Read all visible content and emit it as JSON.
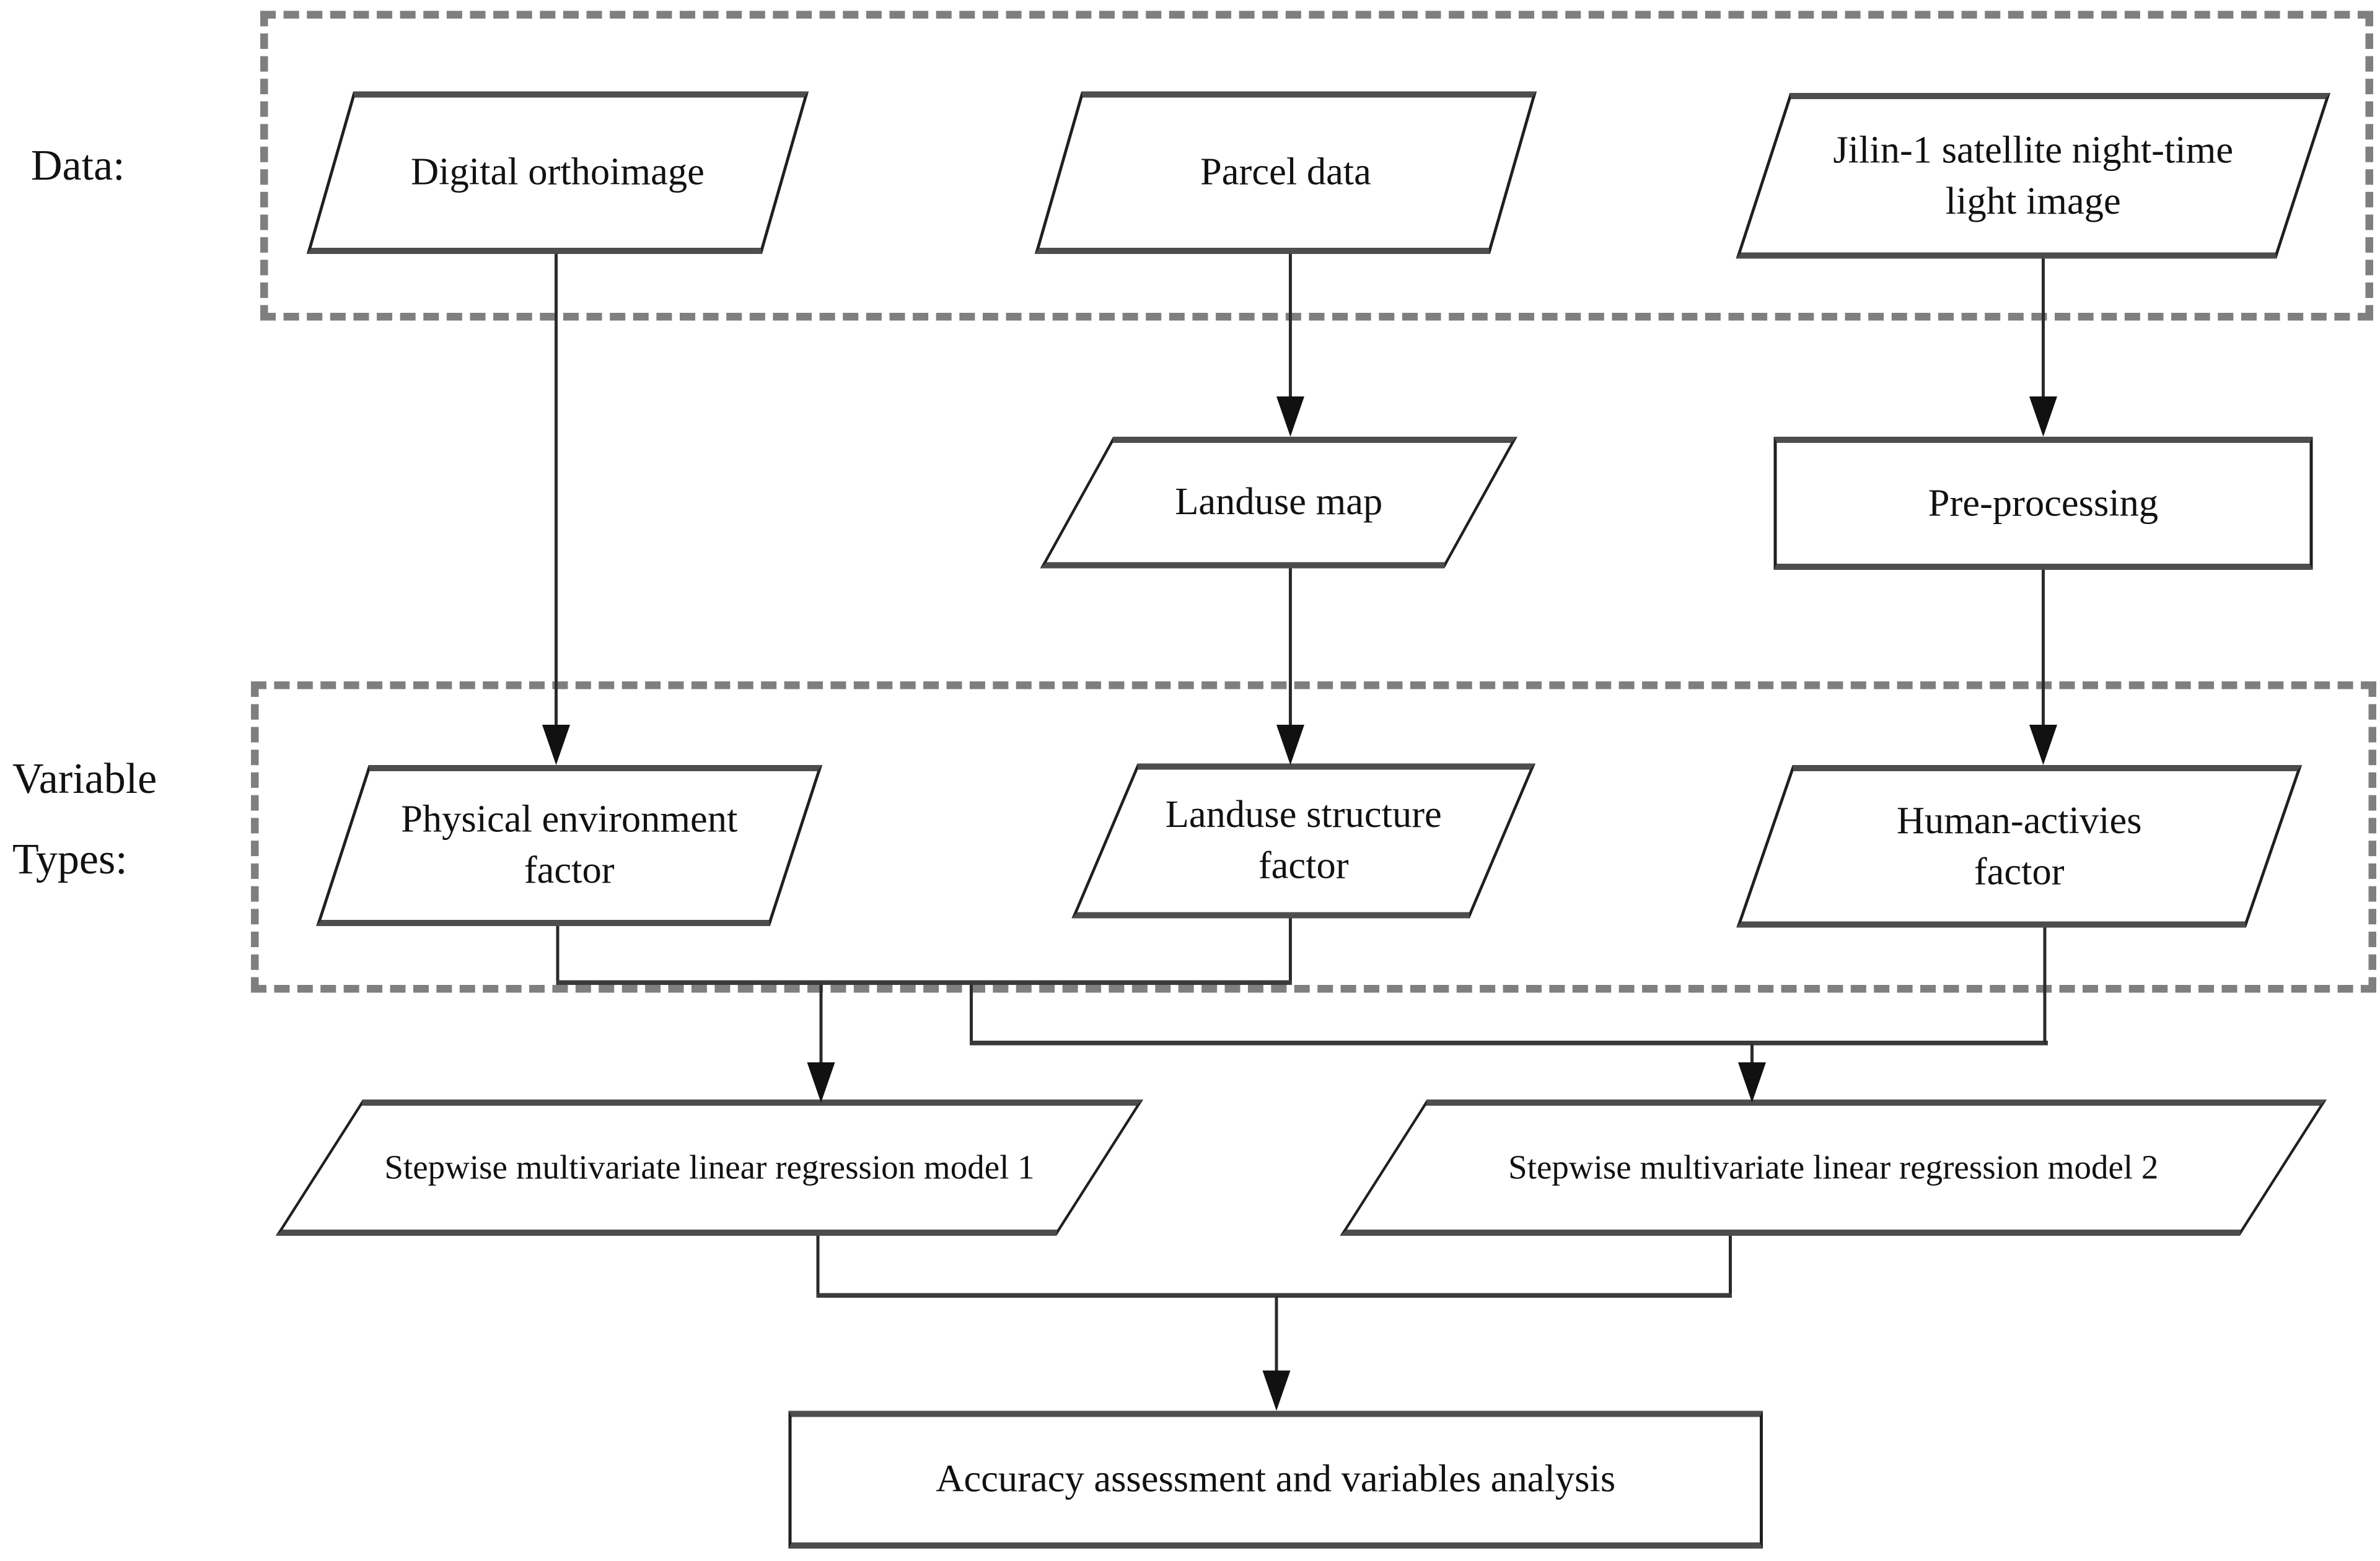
{
  "figure": {
    "type": "flowchart",
    "sections": {
      "data": {
        "label": "Data:"
      },
      "variable_types": {
        "label": "Variable\nTypes:"
      }
    },
    "nodes": {
      "digital_orthoimage": {
        "label": "Digital orthoimage",
        "shape": "parallelogram"
      },
      "parcel_data": {
        "label": "Parcel data",
        "shape": "parallelogram"
      },
      "jilin_night_light": {
        "label": "Jilin-1 satellite night-time\nlight image",
        "shape": "parallelogram"
      },
      "landuse_map": {
        "label": "Landuse map",
        "shape": "parallelogram"
      },
      "pre_processing": {
        "label": "Pre-processing",
        "shape": "rectangle"
      },
      "physical_environment_factor": {
        "label": "Physical environment\nfactor",
        "shape": "parallelogram"
      },
      "landuse_structure_factor": {
        "label": "Landuse structure\nfactor",
        "shape": "parallelogram"
      },
      "human_activies_factor": {
        "label": "Human-activies\nfactor",
        "shape": "parallelogram"
      },
      "regression_model_1": {
        "label": "Stepwise multivariate linear regression model 1",
        "shape": "parallelogram"
      },
      "regression_model_2": {
        "label": "Stepwise multivariate linear regression model 2",
        "shape": "parallelogram"
      },
      "accuracy_assessment": {
        "label": "Accuracy assessment and variables analysis",
        "shape": "rectangle"
      }
    },
    "edges": [
      {
        "from": "digital_orthoimage",
        "to": "physical_environment_factor"
      },
      {
        "from": "parcel_data",
        "to": "landuse_map"
      },
      {
        "from": "landuse_map",
        "to": "landuse_structure_factor"
      },
      {
        "from": "jilin_night_light",
        "to": "pre_processing"
      },
      {
        "from": "pre_processing",
        "to": "human_activies_factor"
      },
      {
        "from": "physical_environment_factor + landuse_structure_factor",
        "to": "regression_model_1"
      },
      {
        "from": "physical_environment_factor + landuse_structure_factor + human_activies_factor",
        "to": "regression_model_2"
      },
      {
        "from": "regression_model_1 + regression_model_2",
        "to": "accuracy_assessment"
      }
    ],
    "colors": {
      "background": "#ffffff",
      "line": "#2b2b2b",
      "border_dark": "#1f1f1f",
      "border_gray": "#4d4d4d",
      "dashed_border": "#7f7f7f",
      "text": "#111111"
    }
  }
}
